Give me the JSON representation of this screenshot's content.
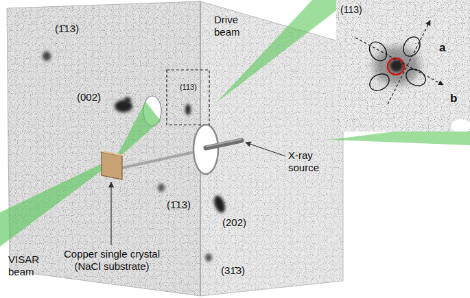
{
  "diagram": {
    "labels": [
      "(1̄13)",
      "(002)",
      "(113)",
      "Drive beam",
      "X-ray source",
      "(1̄13)",
      "(202)",
      "(31̄3)",
      "VISAR beam",
      "Copper single crystal (NaCl substrate)",
      "(113)",
      "a",
      "b"
    ]
  }
}
